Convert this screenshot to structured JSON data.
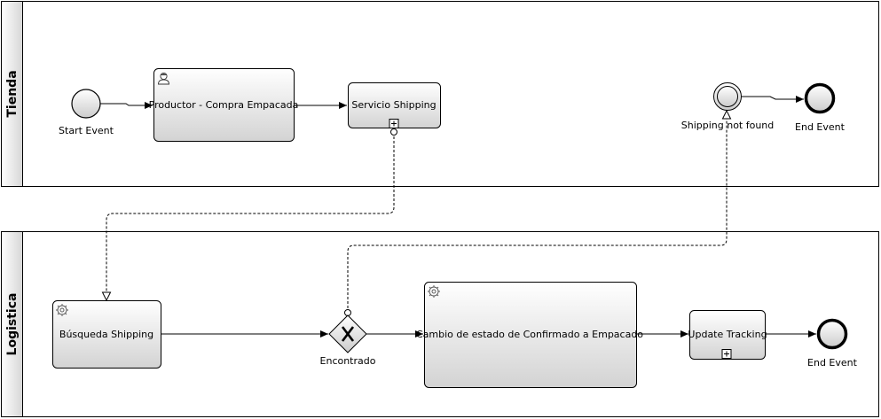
{
  "pools": {
    "tienda": {
      "title": "Tienda"
    },
    "logistica": {
      "title": "Logistica"
    }
  },
  "tienda": {
    "start_event": "Start Event",
    "task_compra": "Productor - Compra Empacada",
    "task_servicio": "Servicio Shipping",
    "intermediate_event": "Shipping not found",
    "end_event": "End Event"
  },
  "logistica": {
    "task_busqueda": "Búsqueda Shipping",
    "gateway": "Encontrado",
    "task_cambio": "Cambio de estado de Confirmado a Empacado",
    "task_update": "Update Tracking",
    "end_event": "End Event"
  },
  "colors": {
    "gradient_light": "#ffffff",
    "gradient_dark": "#d3d3d3",
    "stroke": "#000000"
  }
}
